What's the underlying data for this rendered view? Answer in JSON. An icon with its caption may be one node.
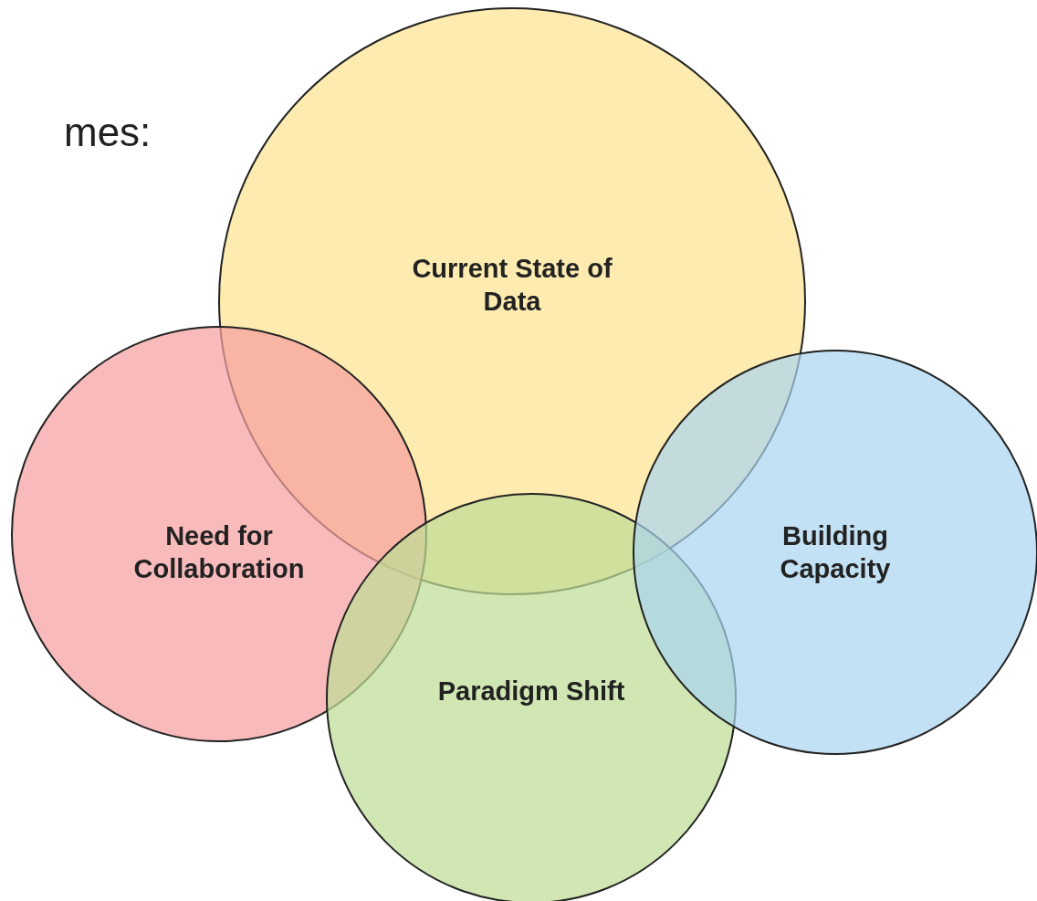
{
  "diagram": {
    "nodes": [
      {
        "text": [
          "Current State of Data"
        ]
      },
      {
        "text": [
          "Need for Collaboration"
        ]
      },
      {
        "text": [
          "Paradigm Shift"
        ]
      },
      {
        "text": [
          "Building Capacity"
        ]
      }
    ],
    "labels": [
      "mes:"
    ]
  }
}
